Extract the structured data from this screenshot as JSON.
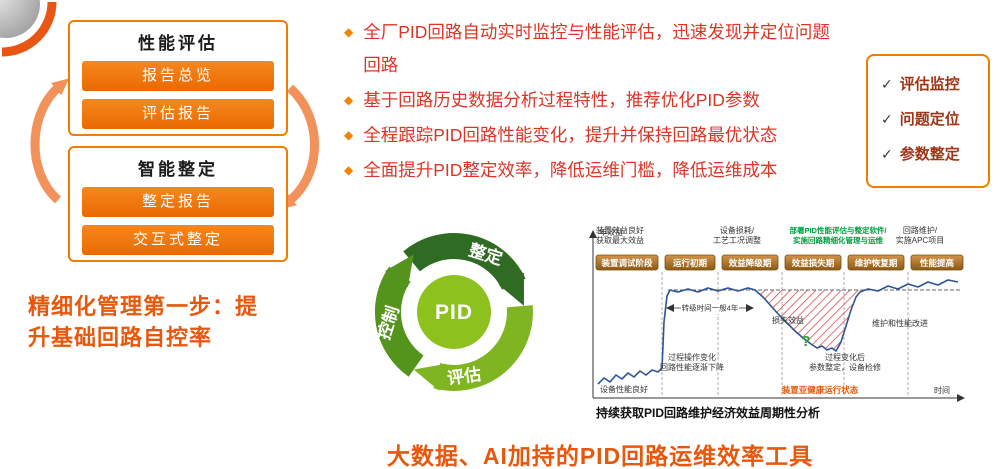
{
  "colors": {
    "accent_orange": "#E8580C",
    "panel_border_orange": "#F07D00",
    "button_orange": "#F0761A",
    "bullet_red": "#DE3426",
    "checklist_text": "#A03516",
    "cycle_green_dark": "#2F6B22",
    "cycle_green_mid": "#55941C",
    "cycle_green_light": "#8CC11E",
    "chart_line_blue": "#2F5597",
    "hatch_red": "#D04040",
    "deploy_green": "#00A040"
  },
  "left_panels": {
    "performance": {
      "title": "性能评估",
      "buttons": [
        "报告总览",
        "评估报告"
      ]
    },
    "tuning": {
      "title": "智能整定",
      "buttons": [
        "整定报告",
        "交互式整定"
      ]
    }
  },
  "left_heading": {
    "line1": "精细化管理第一步：提",
    "line2": "升基础回路自控率"
  },
  "bullets": {
    "glyph": "◆",
    "items": [
      "全厂PID回路自动实时监控与性能评估，迅速发现并定位问题回路",
      "基于回路历史数据分析过程特性，推荐优化PID参数",
      "全程跟踪PID回路性能变化，提升并保持回路最优状态",
      "全面提升PID整定效率，降低运维门槛，降低运维成本"
    ]
  },
  "checklist": {
    "check": "✓",
    "items": [
      "评估监控",
      "问题定位",
      "参数整定"
    ]
  },
  "cycle": {
    "center": "PID",
    "top": "整定",
    "left": "控制",
    "bottom": "评估"
  },
  "chart": {
    "type": "line",
    "ylabel": "年效益",
    "xlabel": "时间",
    "phases": [
      "装置调试阶段",
      "运行初期",
      "效益降级期",
      "效益损失期",
      "维护恢复期",
      "性能提高"
    ],
    "annotations": {
      "benefit_line1": "装置效益良好",
      "benefit_line2": "获取最大效益",
      "wear_line1": "设备损耗/",
      "wear_line2": "工艺工况调整",
      "deploy_line1": "部署PID性能评估与整定软件/",
      "deploy_line2": "实施回路精细化管理与运维",
      "maintain_line1": "回路维护/",
      "maintain_line2": "实施APC项目",
      "cycle_time": "转级时间一般4年",
      "loss": "损失效益",
      "question": "?",
      "improve": "维护和性能改进",
      "decline_line1": "过程操作变化",
      "decline_line2": "回路性能逐渐下降",
      "retune_line1": "过程变化后",
      "retune_line2": "参数整定，设备检修",
      "device_good": "设备性能良好",
      "subhealth": "装置亚健康运行状态"
    },
    "caption": "持续获取PID回路维护经济效益周期性分析"
  },
  "footer_title": "大数据、AI加持的PID回路运维效率工具"
}
